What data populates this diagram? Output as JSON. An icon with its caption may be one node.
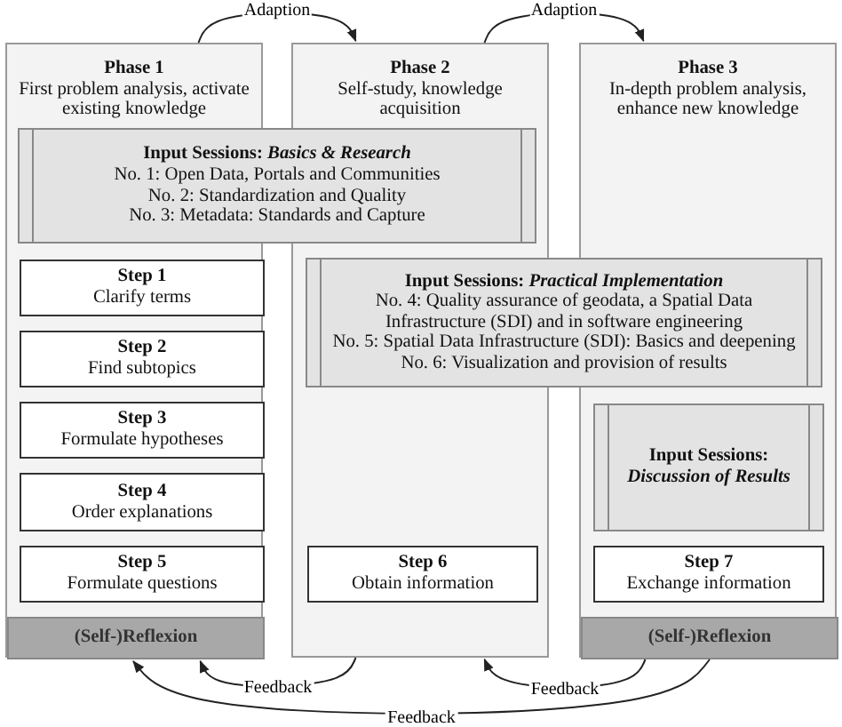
{
  "diagram": {
    "nodes": [
      {
        "text": [
          "Phase 1",
          "First problem analysis, activate existing knowledge"
        ]
      },
      {
        "text": [
          "Phase 2",
          "Self-study, knowledge acquisition"
        ]
      },
      {
        "text": [
          "Phase 3",
          "In-depth problem analysis, enhance new knowledge"
        ]
      },
      {
        "text": [
          "Input Sessions: *Basics & Research*",
          "No. 1: Open Data, Portals and Communities",
          "No. 2: Standardization and Quality",
          "No. 3: Metadata: Standards and Capture"
        ]
      },
      {
        "text": [
          "Step 1",
          "Clarify terms"
        ],
        "in": 0
      },
      {
        "text": [
          "Step 2",
          "Find subtopics"
        ],
        "in": 0
      },
      {
        "text": [
          "Step 3",
          "Formulate hypotheses"
        ],
        "in": 0
      },
      {
        "text": [
          "Step 4",
          "Order explanations"
        ],
        "in": 0
      },
      {
        "text": [
          "Step 5",
          "Formulate questions"
        ],
        "in": 0
      },
      {
        "text": [
          "Input Sessions: *Practical Implementation*",
          "No. 4: Quality assurance of geodata, a Spatial Data Infrastructure (SDI) and in software engineering",
          "No. 5: Spatial Data Infrastructure (SDI): Basics and deepening",
          "No. 6: Visualization and provision of results"
        ]
      },
      {
        "text": [
          "Input Sessions: *Discussion of Results*"
        ],
        "in": 2
      },
      {
        "text": [
          "Step 6",
          "Obtain information"
        ],
        "in": 1
      },
      {
        "text": [
          "Step 7",
          "Exchange information"
        ],
        "in": 2
      },
      {
        "text": [
          "(Self-)Reflexion"
        ],
        "in": 0
      },
      {
        "text": [
          "(Self-)Reflexion"
        ],
        "in": 2
      }
    ],
    "edges": [
      {
        "from": 0,
        "to": 1,
        "arrow": "to",
        "label": "Adaption"
      },
      {
        "from": 1,
        "to": 2,
        "arrow": "to",
        "label": "Adaption"
      },
      {
        "from": 1,
        "to": 13,
        "arrow": "to",
        "label": "Feedback"
      },
      {
        "from": 14,
        "to": 1,
        "arrow": "to",
        "label": "Feedback"
      },
      {
        "from": 14,
        "to": 13,
        "arrow": "to",
        "label": "Feedback"
      }
    ]
  }
}
